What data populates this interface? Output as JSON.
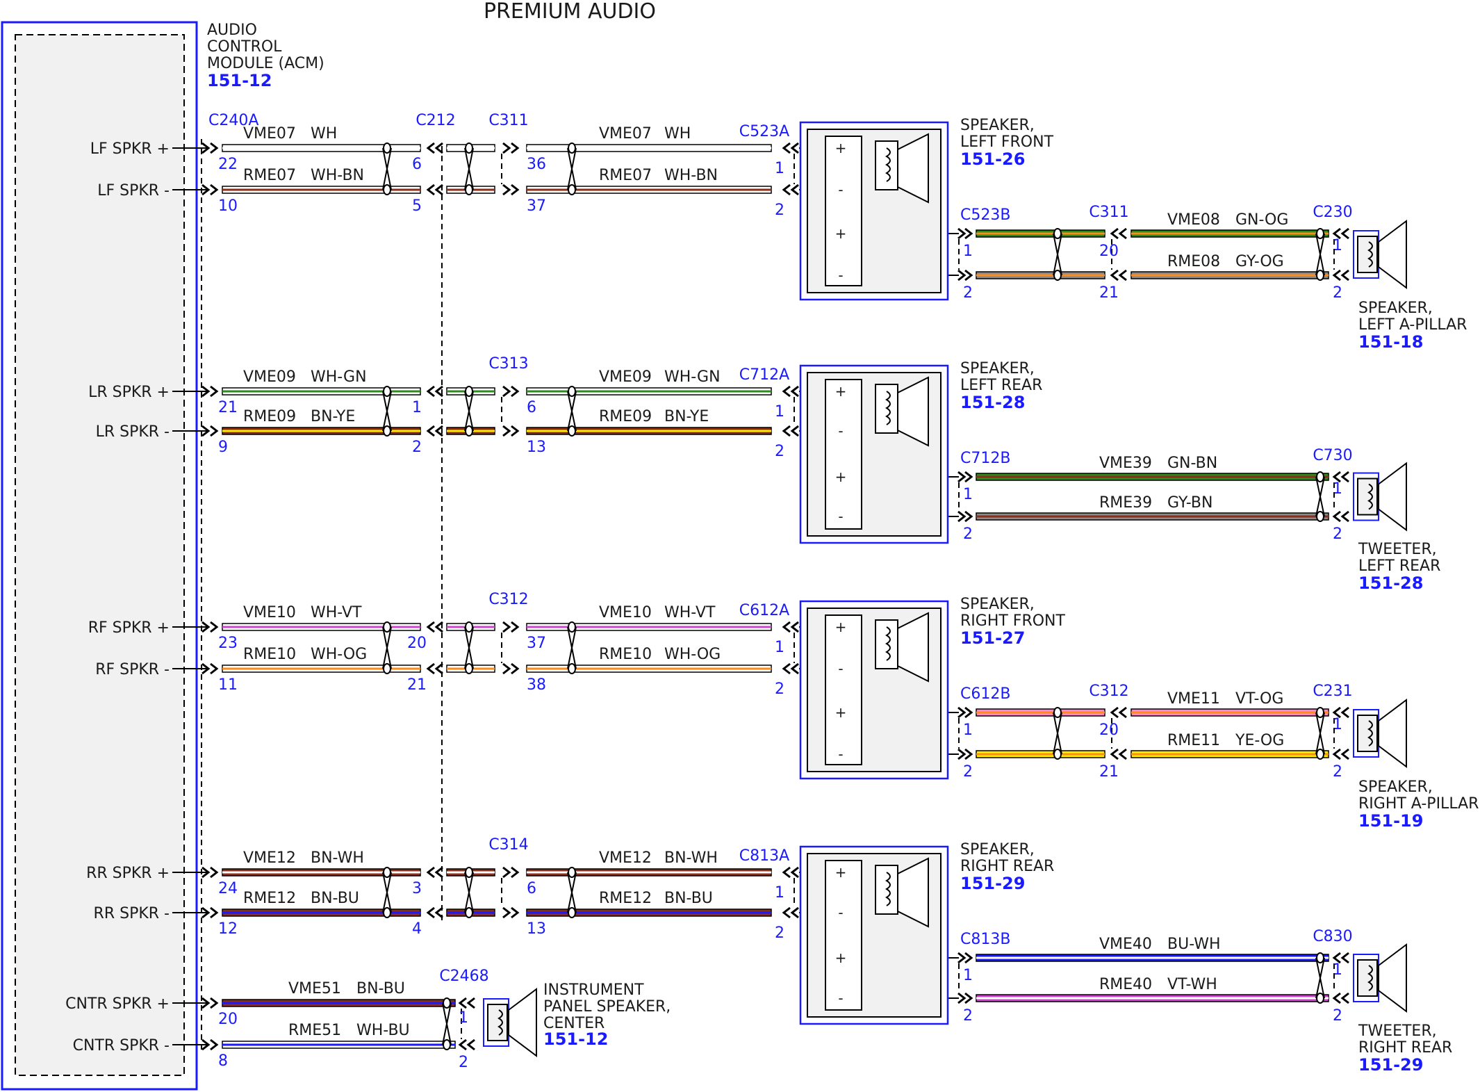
{
  "title": "PREMIUM AUDIO",
  "colors": {
    "WH": "#ffffff",
    "BN": "#8b2e1a",
    "GN": "#2e8b1e",
    "OG": "#ff8c1a",
    "GY": "#8a8a8a",
    "YE": "#ffee00",
    "VT": "#cc44cc",
    "BU": "#1a1aff",
    "PK": "#ff88cc",
    "module_outline": "#1a1aff",
    "connector_label": "#1a1aff",
    "module_fill": "#f1f1f1"
  },
  "acm": {
    "name_lines": [
      "AUDIO",
      "CONTROL",
      "MODULE (ACM)"
    ],
    "ref": "151-12",
    "connector": "C240A"
  },
  "pins": [
    {
      "id": "lf_pos",
      "label": "LF SPKR +",
      "pin": "22"
    },
    {
      "id": "lf_neg",
      "label": "LF SPKR -",
      "pin": "10"
    },
    {
      "id": "lr_pos",
      "label": "LR SPKR +",
      "pin": "21"
    },
    {
      "id": "lr_neg",
      "label": "LR SPKR -",
      "pin": "9"
    },
    {
      "id": "rf_pos",
      "label": "RF SPKR +",
      "pin": "23"
    },
    {
      "id": "rf_neg",
      "label": "RF SPKR -",
      "pin": "11"
    },
    {
      "id": "rr_pos",
      "label": "RR SPKR +",
      "pin": "24"
    },
    {
      "id": "rr_neg",
      "label": "RR SPKR -",
      "pin": "12"
    },
    {
      "id": "cntr_pos",
      "label": "CNTR SPKR +",
      "pin": "20"
    },
    {
      "id": "cntr_neg",
      "label": "CNTR SPKR -",
      "pin": "8"
    }
  ],
  "main_groups": [
    {
      "id": "lf",
      "inline_conn": {
        "name": "C212",
        "pins": [
          "6",
          "5"
        ]
      },
      "c2": {
        "name": "C311",
        "pins": [
          "36",
          "37"
        ]
      },
      "speaker_conn": {
        "name": "C523A",
        "pins": [
          "1",
          "2"
        ]
      },
      "wires": [
        {
          "circuit": "VME07",
          "color": "WH",
          "code": [
            "WH"
          ]
        },
        {
          "circuit": "RME07",
          "color": "WH-BN",
          "code": [
            "WH",
            "BN"
          ]
        }
      ],
      "speaker": {
        "lines": [
          "SPEAKER,",
          "LEFT FRONT"
        ],
        "ref": "151-26",
        "signs": [
          "+",
          "-",
          "+",
          "-"
        ]
      },
      "tweeter": {
        "conn_b": {
          "name": "C523B",
          "pins": [
            "1",
            "2"
          ]
        },
        "mid": {
          "name": "C311",
          "pins": [
            "20",
            "21"
          ]
        },
        "end": {
          "name": "C230",
          "pins": [
            "1",
            "2"
          ]
        },
        "wires": [
          {
            "circuit": "VME08",
            "color": "GN-OG",
            "code": [
              "GN",
              "OG"
            ]
          },
          {
            "circuit": "RME08",
            "color": "GY-OG",
            "code": [
              "GY",
              "OG"
            ]
          }
        ],
        "label": {
          "lines": [
            "SPEAKER,",
            "LEFT A-PILLAR"
          ],
          "ref": "151-18"
        }
      }
    },
    {
      "id": "lr",
      "inline_conn": {
        "name": "",
        "pins": [
          "1",
          "2"
        ]
      },
      "c2": {
        "name": "C313",
        "pins": [
          "6",
          "13"
        ]
      },
      "speaker_conn": {
        "name": "C712A",
        "pins": [
          "1",
          "2"
        ]
      },
      "wires": [
        {
          "circuit": "VME09",
          "color": "WH-GN",
          "code": [
            "WH",
            "GN"
          ]
        },
        {
          "circuit": "RME09",
          "color": "BN-YE",
          "code": [
            "BN",
            "YE"
          ]
        }
      ],
      "speaker": {
        "lines": [
          "SPEAKER,",
          "LEFT REAR"
        ],
        "ref": "151-28",
        "signs": [
          "+",
          "-",
          "+",
          "-"
        ]
      },
      "tweeter": {
        "conn_b": {
          "name": "C712B",
          "pins": [
            "1",
            "2"
          ]
        },
        "mid": null,
        "end": {
          "name": "C730",
          "pins": [
            "1",
            "2"
          ]
        },
        "wires": [
          {
            "circuit": "VME39",
            "color": "GN-BN",
            "code": [
              "GN",
              "BN"
            ]
          },
          {
            "circuit": "RME39",
            "color": "GY-BN",
            "code": [
              "GY",
              "BN"
            ]
          }
        ],
        "label": {
          "lines": [
            "TWEETER,",
            "LEFT REAR"
          ],
          "ref": "151-28"
        }
      }
    },
    {
      "id": "rf",
      "inline_conn": {
        "name": "",
        "pins": [
          "20",
          "21"
        ]
      },
      "c2": {
        "name": "C312",
        "pins": [
          "37",
          "38"
        ]
      },
      "speaker_conn": {
        "name": "C612A",
        "pins": [
          "1",
          "2"
        ]
      },
      "wires": [
        {
          "circuit": "VME10",
          "color": "WH-VT",
          "code": [
            "WH",
            "VT"
          ]
        },
        {
          "circuit": "RME10",
          "color": "WH-OG",
          "code": [
            "WH",
            "OG"
          ]
        }
      ],
      "speaker": {
        "lines": [
          "SPEAKER,",
          "RIGHT FRONT"
        ],
        "ref": "151-27",
        "signs": [
          "+",
          "-",
          "+",
          "-"
        ]
      },
      "tweeter": {
        "conn_b": {
          "name": "C612B",
          "pins": [
            "1",
            "2"
          ]
        },
        "mid": {
          "name": "C312",
          "pins": [
            "20",
            "21"
          ]
        },
        "end": {
          "name": "C231",
          "pins": [
            "1",
            "2"
          ]
        },
        "wires": [
          {
            "circuit": "VME11",
            "color": "VT-OG",
            "code": [
              "PK",
              "OG"
            ]
          },
          {
            "circuit": "RME11",
            "color": "YE-OG",
            "code": [
              "YE",
              "OG"
            ]
          }
        ],
        "label": {
          "lines": [
            "SPEAKER,",
            "RIGHT A-PILLAR"
          ],
          "ref": "151-19"
        }
      }
    },
    {
      "id": "rr",
      "inline_conn": {
        "name": "",
        "pins": [
          "3",
          "4"
        ]
      },
      "c2": {
        "name": "C314",
        "pins": [
          "6",
          "13"
        ]
      },
      "speaker_conn": {
        "name": "C813A",
        "pins": [
          "1",
          "2"
        ]
      },
      "wires": [
        {
          "circuit": "VME12",
          "color": "BN-WH",
          "code": [
            "BN",
            "WH"
          ]
        },
        {
          "circuit": "RME12",
          "color": "BN-BU",
          "code": [
            "BN",
            "BU"
          ]
        }
      ],
      "speaker": {
        "lines": [
          "SPEAKER,",
          "RIGHT REAR"
        ],
        "ref": "151-29",
        "signs": [
          "+",
          "-",
          "+",
          "-"
        ]
      },
      "tweeter": {
        "conn_b": {
          "name": "C813B",
          "pins": [
            "1",
            "2"
          ]
        },
        "mid": null,
        "end": {
          "name": "C830",
          "pins": [
            "1",
            "2"
          ]
        },
        "wires": [
          {
            "circuit": "VME40",
            "color": "BU-WH",
            "code": [
              "BU",
              "WH"
            ]
          },
          {
            "circuit": "RME40",
            "color": "VT-WH",
            "code": [
              "VT",
              "WH"
            ]
          }
        ],
        "label": {
          "lines": [
            "TWEETER,",
            "RIGHT REAR"
          ],
          "ref": "151-29"
        }
      }
    }
  ],
  "center": {
    "conn": {
      "name": "C2468",
      "pins": [
        "1",
        "2"
      ]
    },
    "wires": [
      {
        "circuit": "VME51",
        "color": "BN-BU",
        "code": [
          "BN",
          "BU"
        ]
      },
      {
        "circuit": "RME51",
        "color": "WH-BU",
        "code": [
          "WH",
          "BU"
        ]
      }
    ],
    "label": {
      "lines": [
        "INSTRUMENT",
        "PANEL SPEAKER,",
        "CENTER"
      ],
      "ref": "151-12"
    }
  }
}
